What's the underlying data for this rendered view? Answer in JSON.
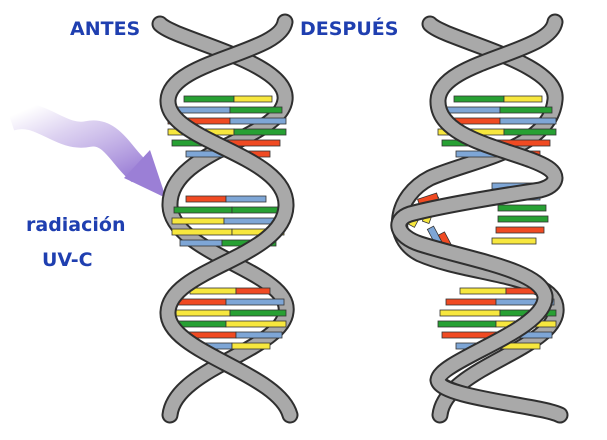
{
  "labels": {
    "before": "ANTES",
    "after": "DESPUÉS",
    "radiation_line1": "radiación",
    "radiation_line2": "UV-C"
  },
  "colors": {
    "label_text": "#1f3fb0",
    "strand_fill": "#a9a9a9",
    "strand_outline": "#2f2f2f",
    "arrow": "#b39be0",
    "base_pair_colors": [
      "#27a033",
      "#f7e73e",
      "#f04a22",
      "#7ea6d6"
    ]
  },
  "icons": {
    "radiation_arrow": "wavy-arrow-icon"
  }
}
